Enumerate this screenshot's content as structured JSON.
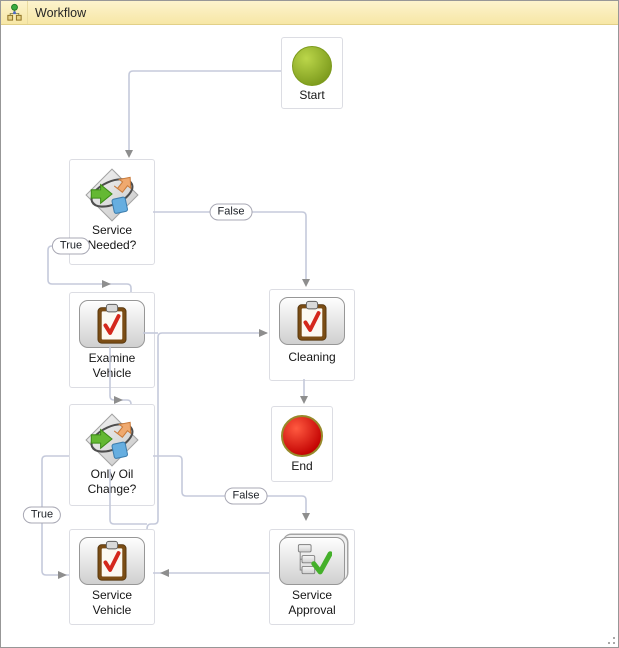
{
  "header": {
    "title": "Workflow"
  },
  "diagram": {
    "nodes": {
      "start": {
        "type": "start-event",
        "label": "Start"
      },
      "service_needed": {
        "type": "decision",
        "label_line1": "Service",
        "label_line2": "Needed?"
      },
      "examine_vehicle": {
        "type": "activity",
        "label_line1": "Examine",
        "label_line2": "Vehicle"
      },
      "cleaning": {
        "type": "activity",
        "label": "Cleaning"
      },
      "only_oil_change": {
        "type": "decision",
        "label_line1": "Only Oil",
        "label_line2": "Change?"
      },
      "end": {
        "type": "end-event",
        "label": "End"
      },
      "service_vehicle": {
        "type": "activity",
        "label_line1": "Service",
        "label_line2": "Vehicle"
      },
      "service_approval": {
        "type": "approval-activity",
        "label_line1": "Service",
        "label_line2": "Approval"
      }
    },
    "branch_labels": {
      "service_needed_true": "True",
      "service_needed_false": "False",
      "only_oil_change_true": "True",
      "only_oil_change_false": "False"
    },
    "connections": [
      {
        "from": "Start",
        "to": "Service Needed?",
        "label": ""
      },
      {
        "from": "Service Needed?",
        "to": "Examine Vehicle",
        "label": "True"
      },
      {
        "from": "Service Needed?",
        "to": "Cleaning",
        "label": "False"
      },
      {
        "from": "Examine Vehicle",
        "to": "Only Oil Change?",
        "label": ""
      },
      {
        "from": "Only Oil Change?",
        "to": "Service Vehicle",
        "label": "True"
      },
      {
        "from": "Only Oil Change?",
        "to": "Service Approval",
        "label": "False"
      },
      {
        "from": "Service Approval",
        "to": "Service Vehicle",
        "label": ""
      },
      {
        "from": "Service Vehicle",
        "to": "Cleaning",
        "label": ""
      },
      {
        "from": "Cleaning",
        "to": "End",
        "label": ""
      }
    ],
    "colors": {
      "header_bg": "#F9EDB9",
      "connector": "#C5CADB",
      "arrowhead": "#8E8E8E",
      "start_green": "#8FB322",
      "end_red": "#D41000",
      "check_red": "#D4281C",
      "check_green": "#44B02A",
      "clipboard_brown": "#7B4D15"
    }
  }
}
